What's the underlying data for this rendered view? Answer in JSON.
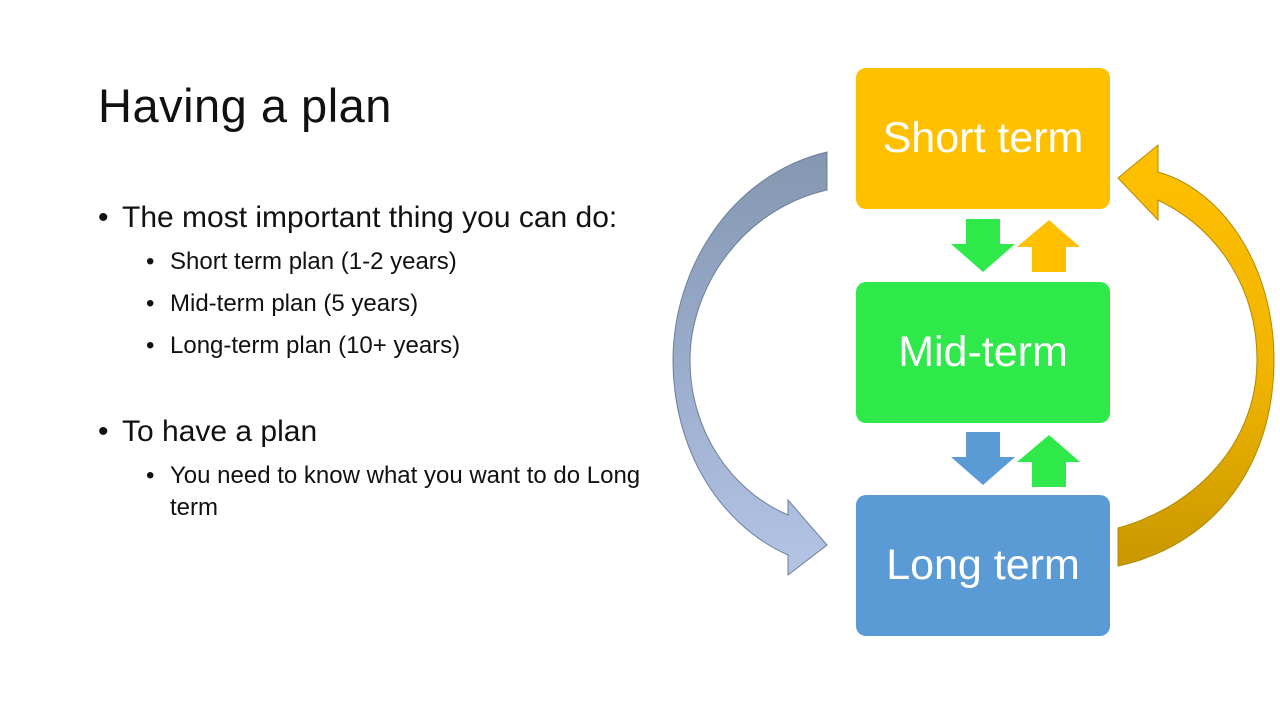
{
  "title": "Having a plan",
  "bullets": {
    "item1": "The most important thing you can do:",
    "item1_sub": [
      "Short term plan (1-2 years)",
      "Mid-term plan (5 years)",
      "Long-term plan (10+ years)"
    ],
    "item2": "To have a plan",
    "item2_sub": [
      "You need to know what you want to do Long term"
    ]
  },
  "diagram": {
    "boxes": {
      "short": "Short term",
      "mid": "Mid-term",
      "long": "Long term"
    },
    "colors": {
      "short": "#ffc000",
      "mid": "#2fe84a",
      "long": "#5b9bd5",
      "left_curve": "#8497b0",
      "right_curve": "#ffc000"
    }
  }
}
